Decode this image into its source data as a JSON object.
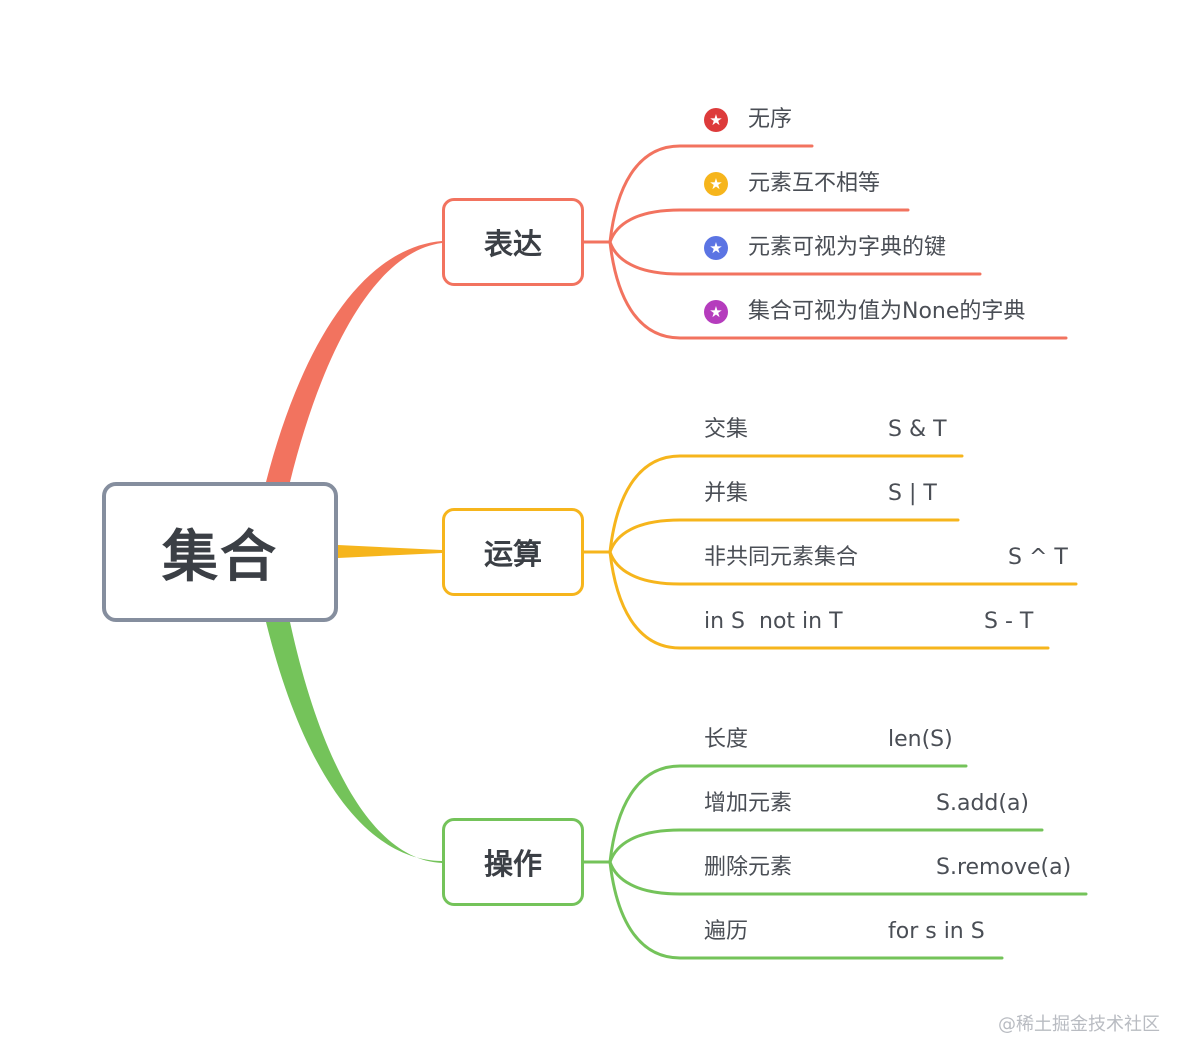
{
  "root": {
    "label": "集合",
    "color": "#858e9e"
  },
  "branches": [
    {
      "label": "表达",
      "color": "#f2735f",
      "leaves": [
        {
          "icon": "star-icon",
          "icon_color": "#dd3b3b",
          "text": "无序"
        },
        {
          "icon": "star-icon",
          "icon_color": "#f6b51c",
          "text": "元素互不相等"
        },
        {
          "icon": "star-icon",
          "icon_color": "#5b74e3",
          "text": "元素可视为字典的键"
        },
        {
          "icon": "star-icon",
          "icon_color": "#b53cbd",
          "text": "集合可视为值为None的字典"
        }
      ]
    },
    {
      "label": "运算",
      "color": "#f6b51c",
      "leaves": [
        {
          "text": "交集",
          "code": "S & T"
        },
        {
          "text": "并集",
          "code": "S | T"
        },
        {
          "text": "非共同元素集合",
          "code": "S ^ T"
        },
        {
          "text": "in S  not in T",
          "code": "S - T"
        }
      ]
    },
    {
      "label": "操作",
      "color": "#74c35a",
      "leaves": [
        {
          "text": "长度",
          "code": "len(S)"
        },
        {
          "text": "增加元素",
          "code": "S.add(a)"
        },
        {
          "text": "删除元素",
          "code": "S.remove(a)"
        },
        {
          "text": "遍历",
          "code": "for s in S"
        }
      ]
    }
  ],
  "watermark": "@稀土掘金技术社区"
}
